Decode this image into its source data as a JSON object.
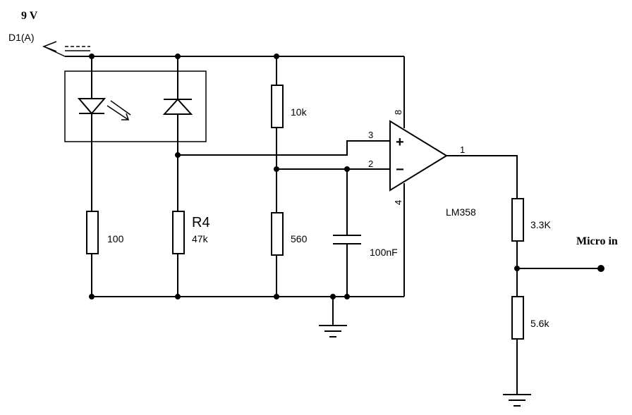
{
  "supply": {
    "voltage_label": "9 V",
    "connector_label": "D1(A)"
  },
  "opto": {
    "resistor_label": "R4"
  },
  "resistors": {
    "r_led": "100",
    "r_photo": "47k",
    "r_top": "10k",
    "r_bottom": "560",
    "r_div_top": "3.3K",
    "r_div_bottom": "5.6k"
  },
  "capacitor": {
    "label": "100nF"
  },
  "opamp": {
    "part_label": "LM358",
    "pin_plus": "3",
    "pin_minus": "2",
    "pin_out": "1",
    "pin_vcc": "8",
    "pin_gnd": "4",
    "plus_sign": "+",
    "minus_sign": "−"
  },
  "output": {
    "label": "Micro in"
  }
}
